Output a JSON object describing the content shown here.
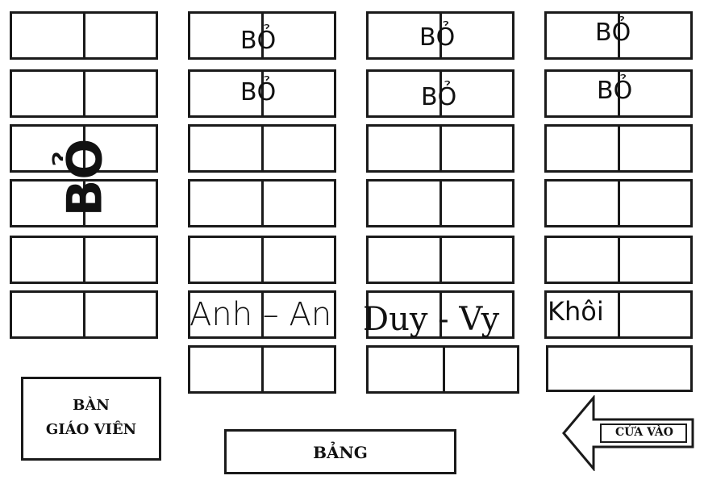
{
  "labels": {
    "bo": "BỎ",
    "bo_vertical": "BỎ",
    "anh_an": "Anh – An",
    "duy_vy": "Duy - Vy",
    "khoi": "Khôi"
  },
  "teacher_desk": {
    "line1": "BÀN",
    "line2": "GIÁO VIÊN"
  },
  "board": {
    "label": "BẢNG"
  },
  "door": {
    "label": "CỬA VÀO"
  },
  "colors": {
    "stroke": "#1a1a1a",
    "background": "#ffffff",
    "text": "#111111"
  }
}
